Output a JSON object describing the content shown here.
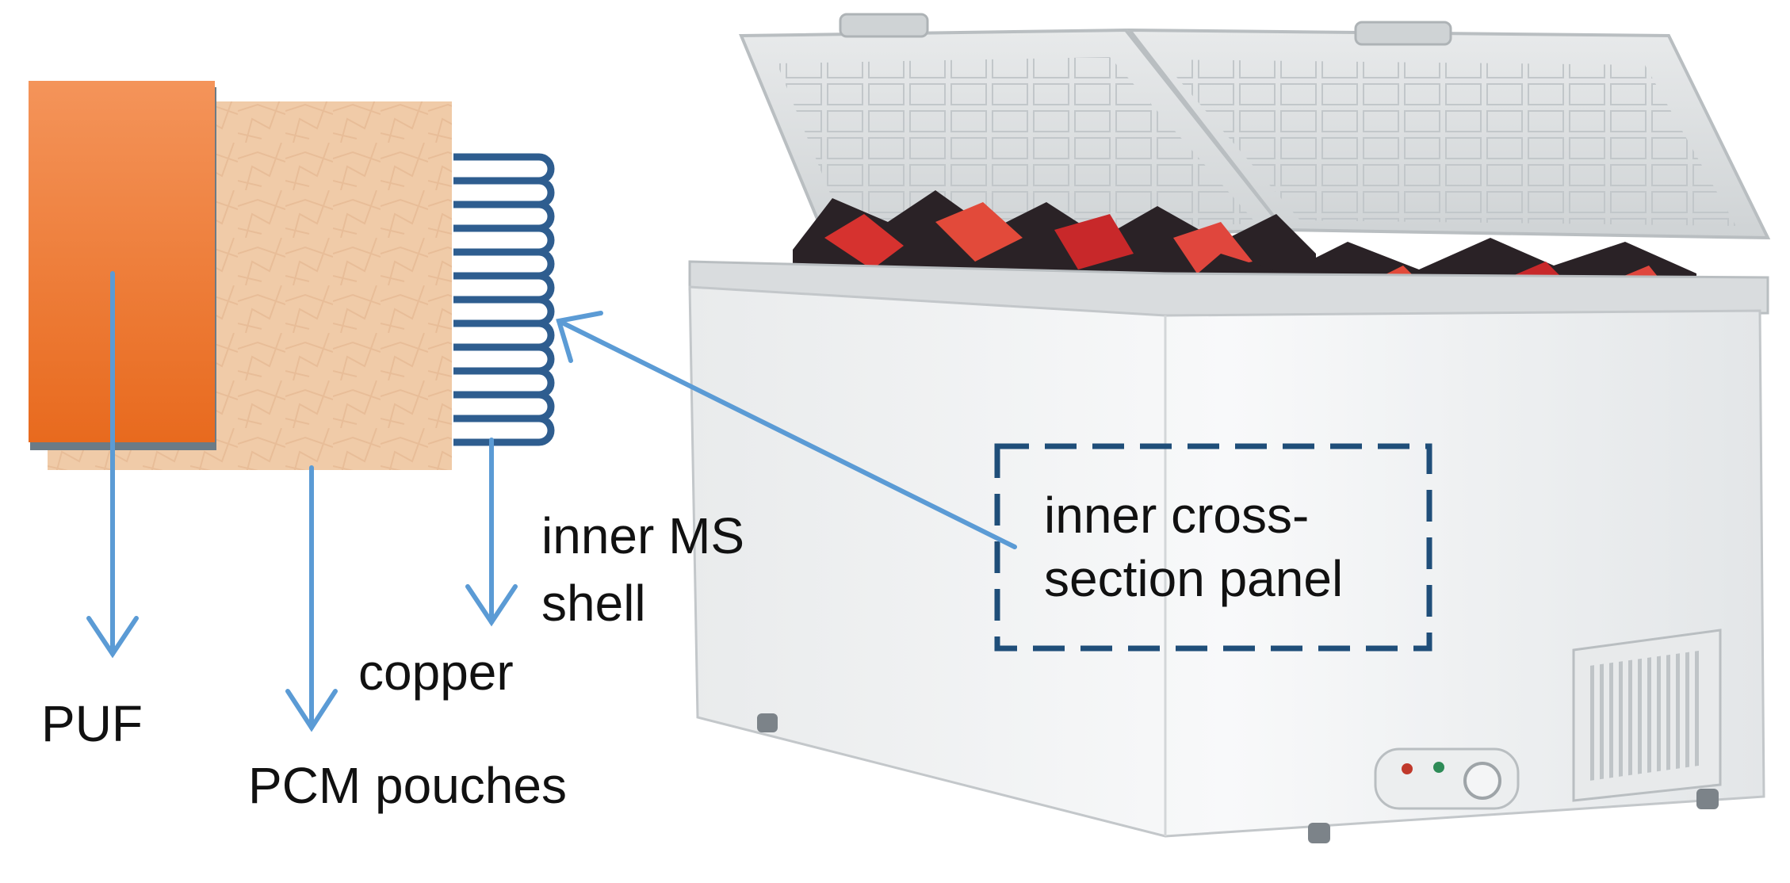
{
  "labels": {
    "puf": "PUF",
    "pcm_pouches": "PCM pouches",
    "copper": "copper",
    "inner_ms_shell_line1": "inner MS",
    "inner_ms_shell_line2": "shell",
    "panel_line1": "inner cross-",
    "panel_line2": "section panel"
  },
  "colors": {
    "arrow": "#5b9bd5",
    "dashed_box": "#1f4e79",
    "copper_coil": "#2e5d8f",
    "puf_top": "#f4945a",
    "puf_bottom": "#e86a1e",
    "pcm": "#f0cba8",
    "freezer_body": "#f4f5f6",
    "lid": "#dcdfe0"
  }
}
